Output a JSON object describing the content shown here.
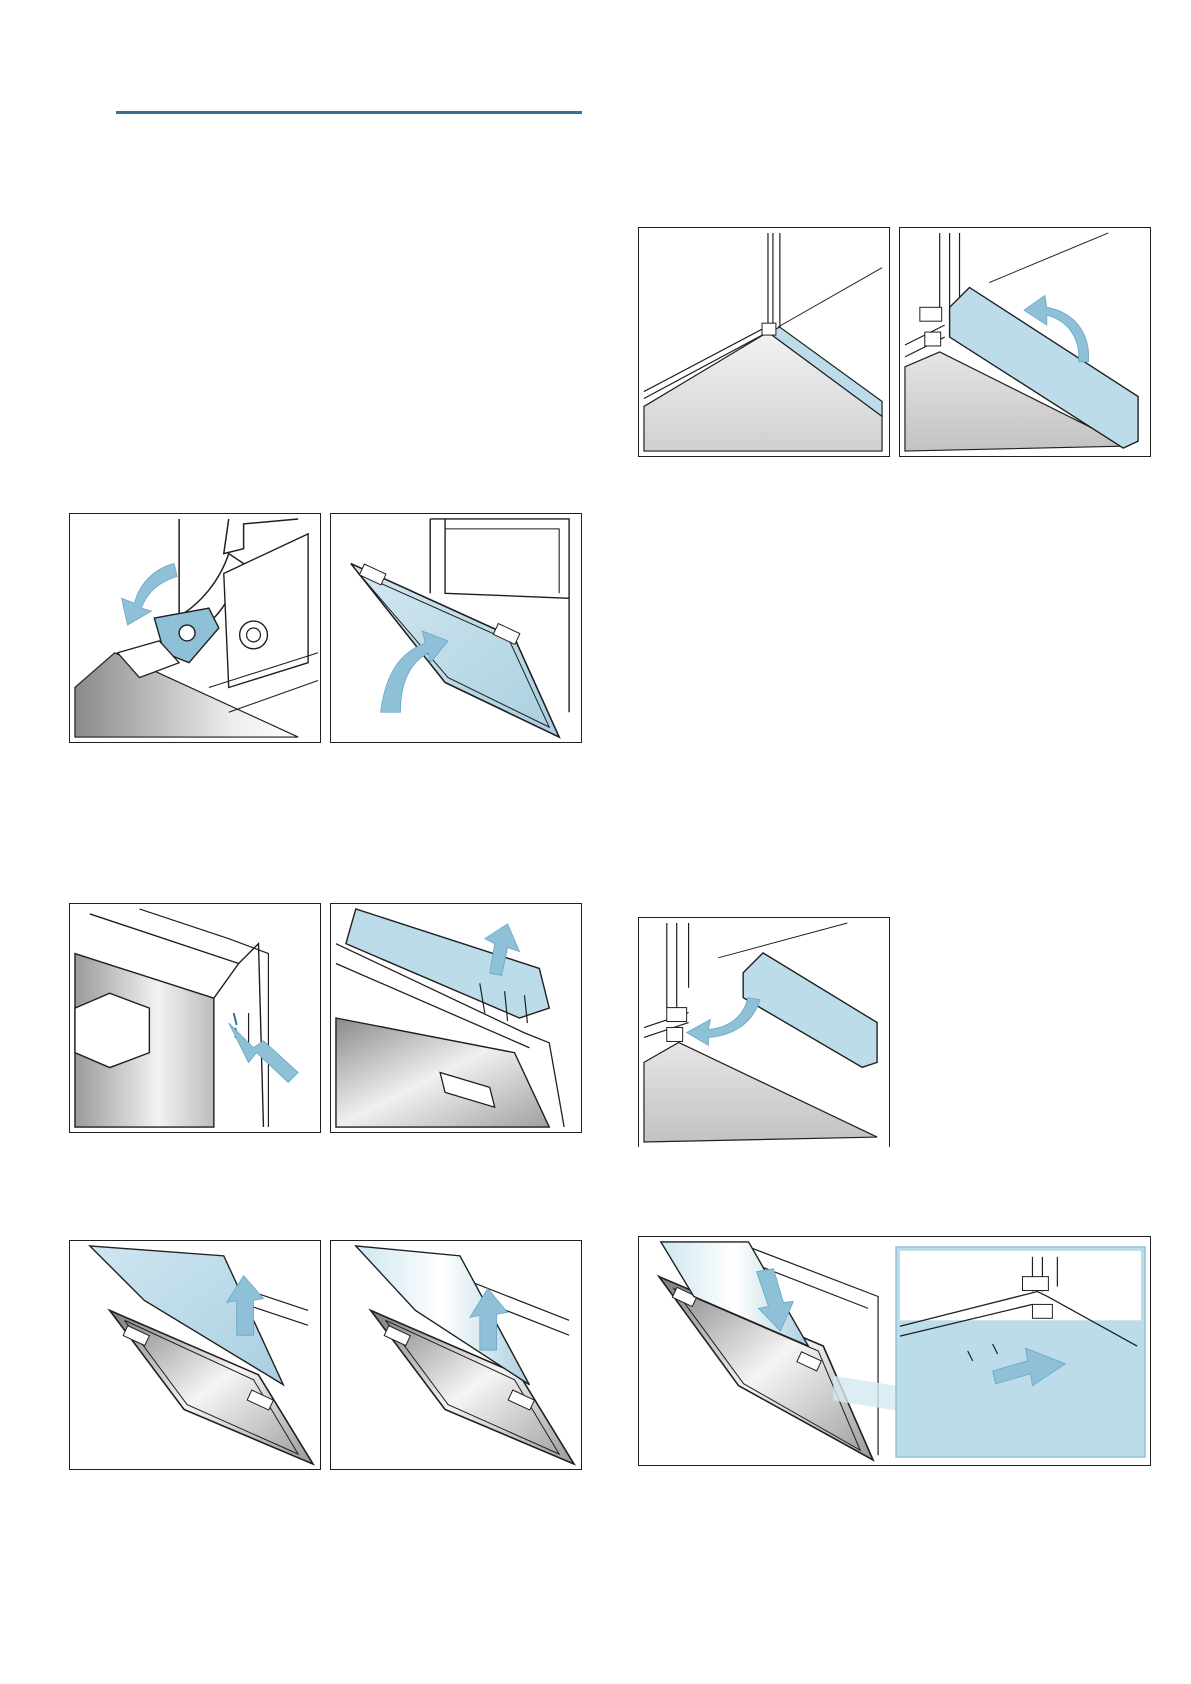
{
  "page": {
    "background": "#ffffff"
  },
  "header": {
    "rule_color": "#3b6f93"
  },
  "palette": {
    "line": "#1f1f1f",
    "glass_light": "#d4e8f1",
    "glass_mid": "#a9cfe0",
    "accent_blue": "#7fb6d1",
    "arrow_blue": "#8ec0d8",
    "surface_dark": "#8a8a8a",
    "surface_light": "#efefef"
  },
  "figures": [
    {
      "id": "lock-hinge",
      "icon": "curved-arrow-left-icon"
    },
    {
      "id": "lift-door-inner-panel",
      "icon": "curved-arrow-up-icon"
    },
    {
      "id": "press-clip-side",
      "icon": "arrow-left-icon"
    },
    {
      "id": "remove-top-cover",
      "icon": "arrow-up-icon"
    },
    {
      "id": "remove-glass-pane-1",
      "icon": "arrow-up-icon"
    },
    {
      "id": "remove-glass-pane-2",
      "icon": "arrow-up-icon"
    },
    {
      "id": "seal-corner",
      "icon": ""
    },
    {
      "id": "lift-seal-strip",
      "icon": "curved-arrow-up-icon"
    },
    {
      "id": "insert-seal-strip",
      "icon": "curved-arrow-down-icon"
    },
    {
      "id": "insert-glass-and-detail",
      "icon": "arrow-down-icon"
    }
  ]
}
